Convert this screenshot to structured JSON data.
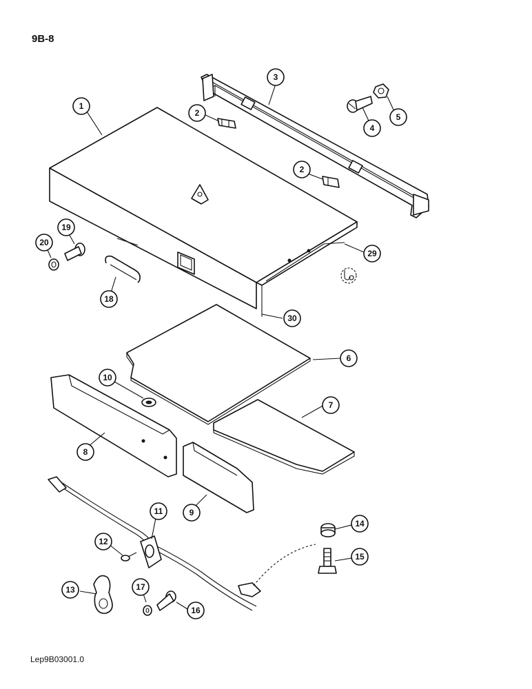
{
  "header": {
    "page_ref": "9B-8"
  },
  "footer": {
    "image_ref": "Lep9B03001.0"
  },
  "callouts": [
    {
      "id": "c1",
      "label": "1"
    },
    {
      "id": "c2a",
      "label": "2"
    },
    {
      "id": "c2b",
      "label": "2"
    },
    {
      "id": "c3",
      "label": "3"
    },
    {
      "id": "c4",
      "label": "4"
    },
    {
      "id": "c5",
      "label": "5"
    },
    {
      "id": "c6",
      "label": "6"
    },
    {
      "id": "c7",
      "label": "7"
    },
    {
      "id": "c8",
      "label": "8"
    },
    {
      "id": "c9",
      "label": "9"
    },
    {
      "id": "c10",
      "label": "10"
    },
    {
      "id": "c11",
      "label": "11"
    },
    {
      "id": "c12",
      "label": "12"
    },
    {
      "id": "c13",
      "label": "13"
    },
    {
      "id": "c14",
      "label": "14"
    },
    {
      "id": "c15",
      "label": "15"
    },
    {
      "id": "c16",
      "label": "16"
    },
    {
      "id": "c17",
      "label": "17"
    },
    {
      "id": "c18",
      "label": "18"
    },
    {
      "id": "c19",
      "label": "19"
    },
    {
      "id": "c20",
      "label": "20"
    },
    {
      "id": "c29",
      "label": "29"
    },
    {
      "id": "c30",
      "label": "30"
    }
  ]
}
